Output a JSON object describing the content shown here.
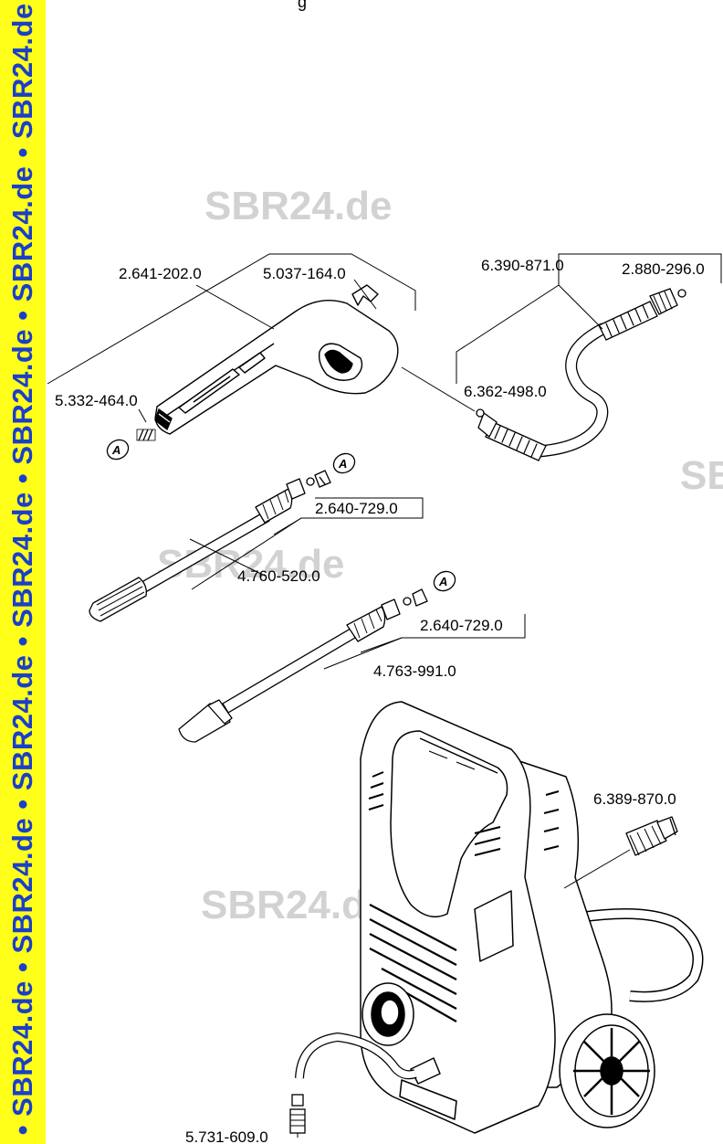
{
  "side_stripe": {
    "text": "e • SBR24.de • SBR24.de • SBR24.de • SBR24.de • SBR24.de • SBR24.de • SBR24.de •",
    "color": "#1a3fc9",
    "background": "#ffff1a"
  },
  "watermarks": [
    "SBR24.de",
    "SBR24.de",
    "SBR24.de",
    "SBR"
  ],
  "top_fragment": "g",
  "callout_letter": "A",
  "parts": {
    "trigger_gun": "2.641-202.0",
    "gun_clip": "5.037-164.0",
    "gun_spring": "5.332-464.0",
    "hose": "6.390-871.0",
    "hose_oring": "2.880-296.0",
    "hose_nipple": "6.362-498.0",
    "nozzle_kit_1": "2.640-729.0",
    "spray_lance_1": "4.760-520.0",
    "nozzle_kit_2": "2.640-729.0",
    "spray_lance_2": "4.763-991.0",
    "water_connector": "6.389-870.0",
    "suction_filter": "5.731-609.0"
  }
}
